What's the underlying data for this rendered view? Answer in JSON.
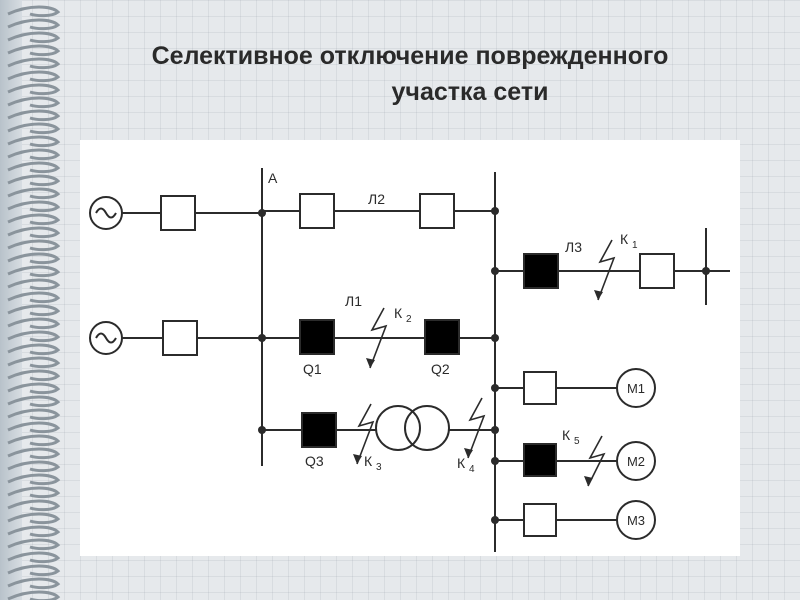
{
  "title": {
    "line1": "Селективное отключение поврежденного",
    "line2": "участка сети"
  },
  "labels": {
    "node_a": "А",
    "line_l2": "Л2",
    "line_l3": "Л3",
    "line_l1": "Л1",
    "k1_main": "К",
    "k1_sub": "1",
    "k2_main": "К",
    "k2_sub": "2",
    "k3_main": "К",
    "k3_sub": "3",
    "k4_main": "К",
    "k4_sub": "4",
    "k5_main": "К",
    "k5_sub": "5",
    "q1": "Q1",
    "q2": "Q2",
    "q3": "Q3",
    "m1": "М1",
    "m2": "М2",
    "m3": "М3"
  },
  "colors": {
    "line": "#2b2b2b",
    "breaker_closed": "#000000",
    "breaker_open": "#ffffff",
    "spiral": "#8a949c"
  },
  "icons": [
    "generator-symbol",
    "transformer-symbol",
    "fault-lightning-arrow",
    "motor-symbol"
  ]
}
